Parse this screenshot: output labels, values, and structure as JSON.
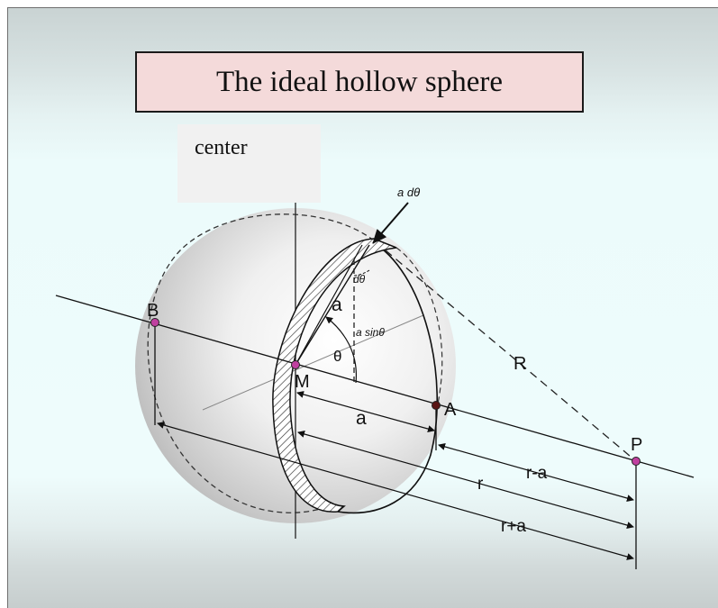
{
  "title": "The ideal hollow sphere",
  "center_label": "center",
  "labels": {
    "a_dtheta": "a dθ",
    "dtheta": "dθ",
    "a_radius": "a",
    "a_sin_theta": "a sinθ",
    "theta": "θ",
    "B": "B",
    "M": "M",
    "A": "A",
    "P": "P",
    "R": "R",
    "a_dim": "a",
    "r_minus_a": "r-a",
    "r": "r",
    "r_plus_a": "r+a"
  },
  "colors": {
    "point_fill": "#c040a0",
    "point_A_fill": "#5a1515",
    "title_bg": "#f4dada"
  }
}
